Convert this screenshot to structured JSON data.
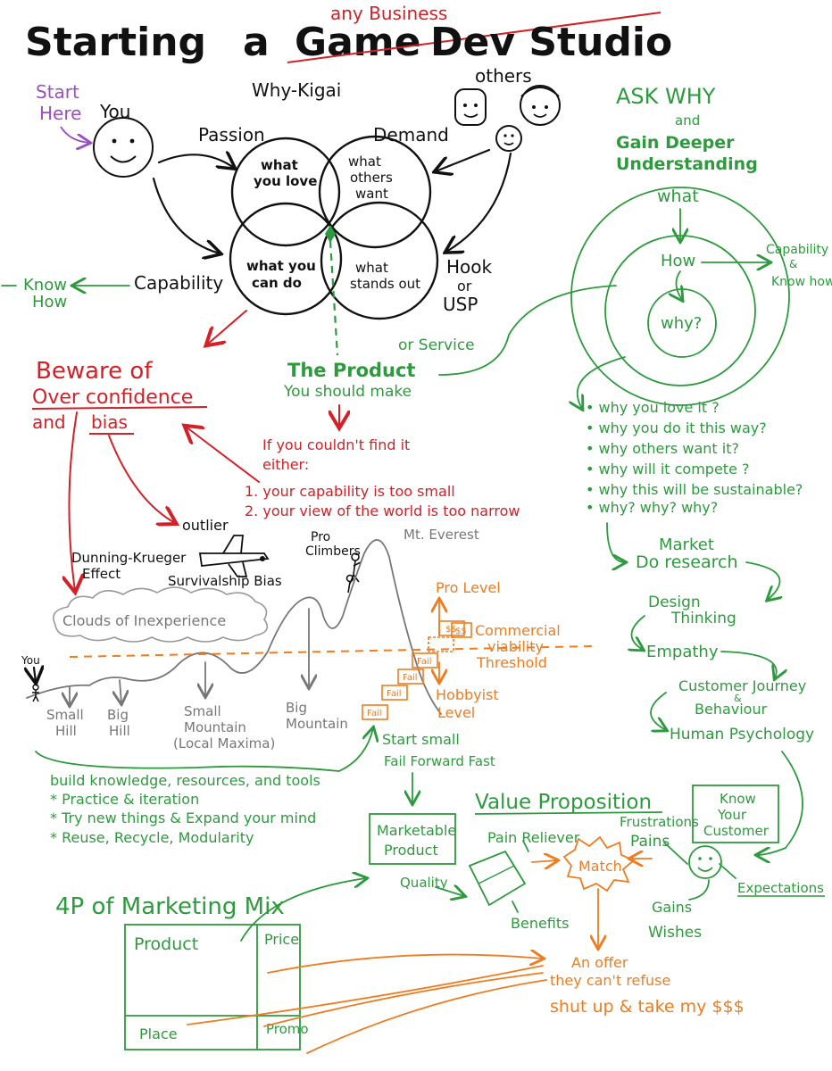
{
  "title": {
    "starting": "Starting",
    "a": "a",
    "game": "Game",
    "any_business": "any Business",
    "dev_studio": "Dev Studio"
  },
  "kigai": {
    "start_here": [
      "Start",
      "Here"
    ],
    "you": "You",
    "why_kigai": "Why-Kigai",
    "others": "others",
    "passion": "Passion",
    "demand": "Demand",
    "capability": "Capability",
    "hook": [
      "Hook",
      "or",
      "USP"
    ],
    "know_how": [
      "Know",
      "How"
    ],
    "circles": {
      "love": [
        "what",
        "you love"
      ],
      "want": [
        "what",
        "others",
        "want"
      ],
      "can_do": [
        "what you",
        "can do"
      ],
      "stands_out": [
        "what",
        "stands out"
      ]
    }
  },
  "product": {
    "or_service": "or Service",
    "the_product": "The Product",
    "should_make": "You should make",
    "if_couldnt": "If you couldn't find it",
    "either": "either:",
    "reason1": "1. your capability is too small",
    "reason2": "2. your view of the world is too narrow"
  },
  "bias": {
    "beware": "Beware of",
    "overconfidence": "Over confidence",
    "and": "and",
    "bias": "bias",
    "outlier": "outlier",
    "dunning": [
      "Dunning-Krueger",
      "Effect"
    ],
    "survivalship": "Survivalship Bias",
    "pro_climbers": [
      "Pro",
      "Climbers"
    ],
    "everest": "Mt. Everest",
    "clouds": "Clouds of Inexperience",
    "you": "You"
  },
  "terrain": {
    "small_hill": [
      "Small",
      "Hill"
    ],
    "big_hill": [
      "Big",
      "Hill"
    ],
    "small_mountain": [
      "Small",
      "Mountain"
    ],
    "local_maxima": "(Local Maxima)",
    "big_mountain": [
      "Big",
      "Mountain"
    ]
  },
  "levels": {
    "pro": "Pro Level",
    "commercial": [
      "Commercial",
      "viability",
      "Threshold"
    ],
    "hobbyist": [
      "Hobbyist",
      "Level"
    ],
    "fail": "Fail",
    "money": "$$",
    "start_small": "Start small",
    "fail_forward": "Fail Forward Fast"
  },
  "build": {
    "heading": "build knowledge, resources, and tools",
    "items": [
      "* Practice & iteration",
      "* Try new things & Expand your mind",
      "* Reuse, Recycle, Modularity"
    ]
  },
  "ask_why": {
    "title": "ASK WHY",
    "and": "and",
    "deeper": [
      "Gain Deeper",
      "Understanding"
    ],
    "what": "what",
    "how": "How",
    "why": "why?",
    "capability_knowhow": [
      "Capability",
      "&",
      "Know how"
    ],
    "questions": [
      "• why you love it ?",
      "• why you do it this way?",
      "• why others want it?",
      "• why will it compete ?",
      "• why this will be sustainable?",
      "• why? why? why?"
    ]
  },
  "research": {
    "market": "Market",
    "do_research": "Do research",
    "design_thinking": [
      "Design",
      "Thinking"
    ],
    "empathy": "Empathy",
    "journey": [
      "Customer Journey",
      "&",
      "Behaviour"
    ],
    "psychology": "Human Psychology"
  },
  "value": {
    "title": "Value Proposition",
    "know_customer": [
      "Know",
      "Your",
      "Customer"
    ],
    "marketable": [
      "Marketable",
      "Product"
    ],
    "pain_reliever": "Pain Reliever",
    "frustrations": "Frustrations",
    "pains": "Pains",
    "match": "Match",
    "quality": "Quality",
    "benefits": "Benefits",
    "gains": "Gains",
    "wishes": "Wishes",
    "expectations": "Expectations",
    "offer": [
      "An offer",
      "they can't refuse"
    ],
    "shut_up": "shut up & take my $$$"
  },
  "marketing": {
    "title": "4P of Marketing Mix",
    "cells": [
      "Product",
      "Price",
      "Place",
      "Promo"
    ]
  }
}
